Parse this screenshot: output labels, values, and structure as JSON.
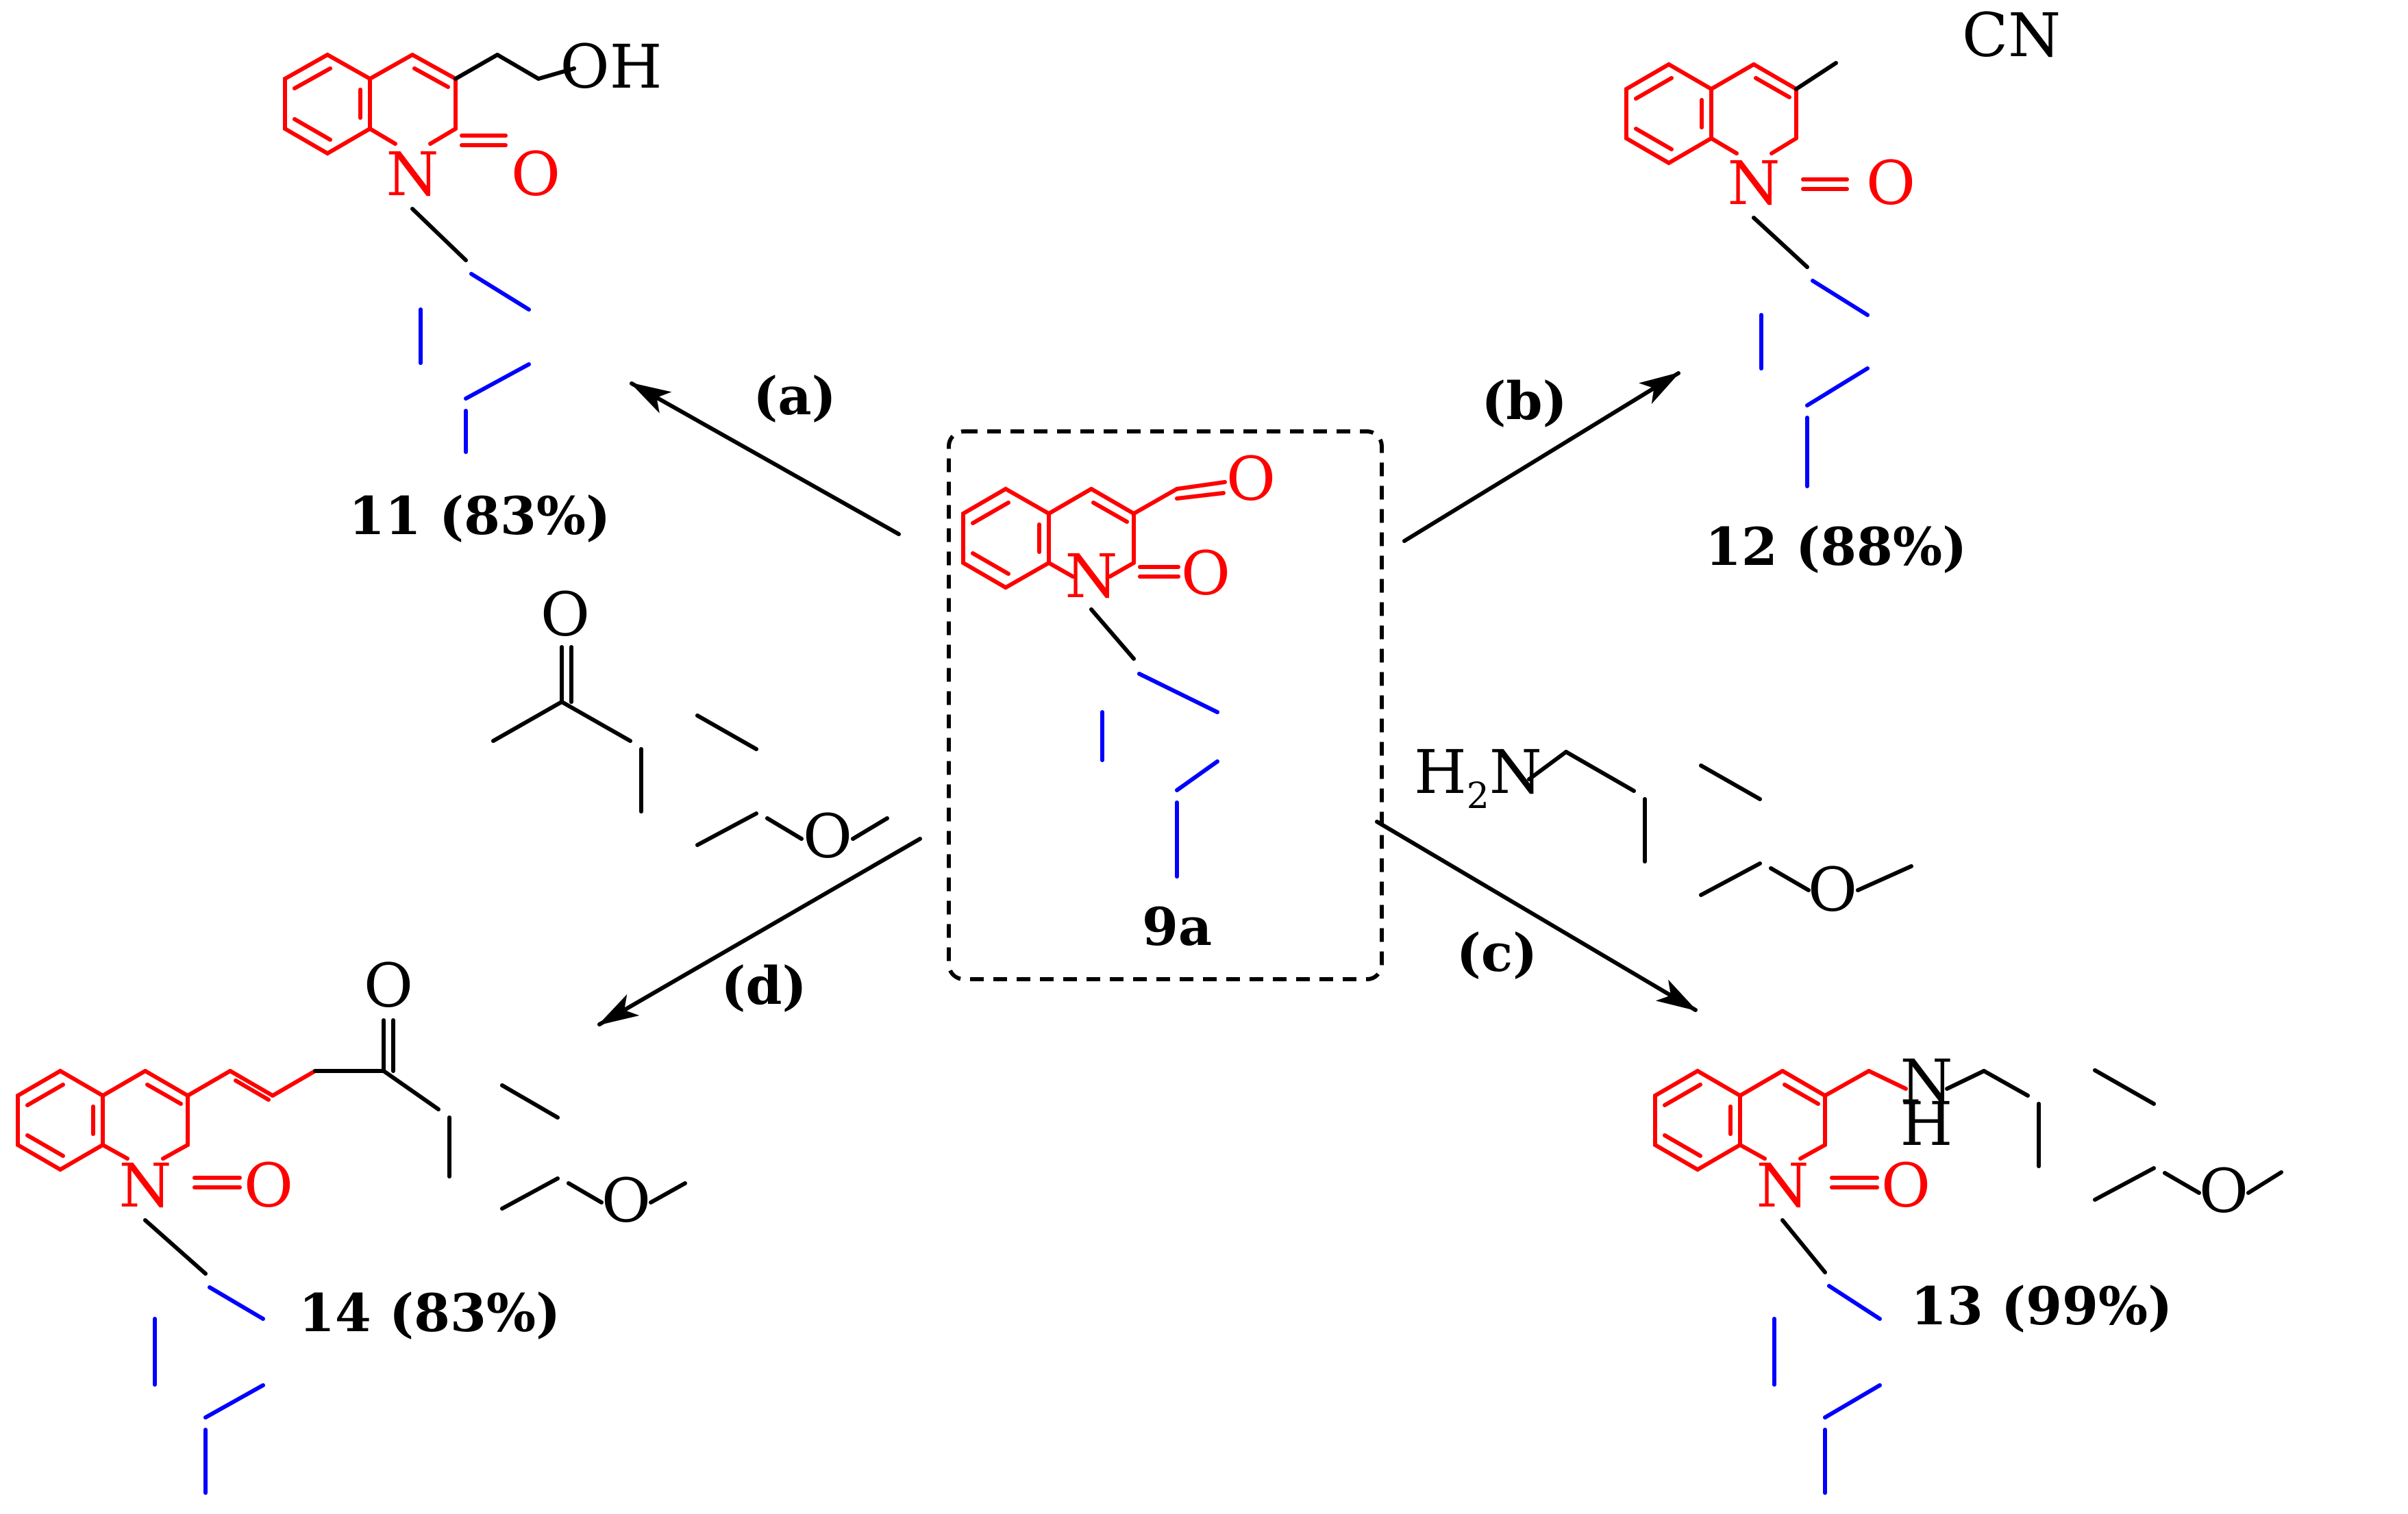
{
  "colors": {
    "core": "#ff0000",
    "aryl": "#0000ff",
    "reagent": "#000000",
    "box": "#000000"
  },
  "start": {
    "label": "9a",
    "atom_N": "N",
    "atom_O_lactam": "O",
    "atom_O_aldehyde": "O"
  },
  "products": {
    "p11": {
      "label": "11 (83%)",
      "substituent": "OH",
      "atom_N": "N",
      "atom_O": "O"
    },
    "p12": {
      "label": "12 (88%)",
      "substituent": "CN",
      "atom_N": "N",
      "atom_O": "O"
    },
    "p13": {
      "label": "13 (99%)",
      "atom_N": "N",
      "atom_O": "O",
      "amine_N": "N",
      "amine_H": "H",
      "ether_O": "O"
    },
    "p14": {
      "label": "14 (83%)",
      "atom_N": "N",
      "atom_O": "O",
      "ketone_O": "O",
      "ether_O": "O"
    }
  },
  "reagents": {
    "acetophenone": {
      "carbonyl_O": "O",
      "ether_O": "O"
    },
    "benzylamine": {
      "amine": "H",
      "amine_sub": "2",
      "amine_N": "N",
      "ether_O": "O"
    }
  },
  "conditions": {
    "a": "(a)",
    "b": "(b)",
    "c": "(c)",
    "d": "(d)"
  }
}
